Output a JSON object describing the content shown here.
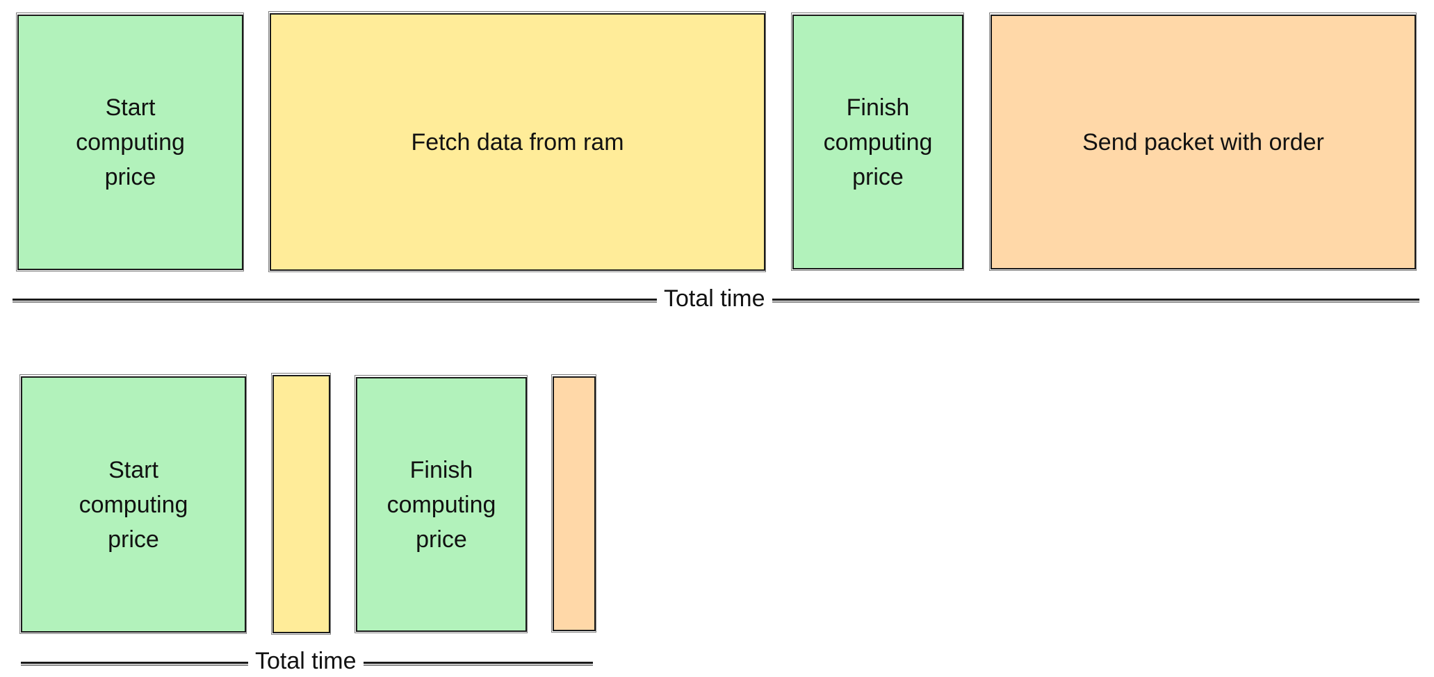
{
  "rows": [
    {
      "blocks": [
        {
          "label": "Start\ncomputing\nprice",
          "color": "green"
        },
        {
          "label": "Fetch data from ram",
          "color": "yellow"
        },
        {
          "label": "Finish\ncomputing\nprice",
          "color": "green"
        },
        {
          "label": "Send packet with order",
          "color": "orange"
        }
      ],
      "axis_label": "Total time"
    },
    {
      "blocks": [
        {
          "label": "Start\ncomputing\nprice",
          "color": "green"
        },
        {
          "label": "",
          "color": "yellow"
        },
        {
          "label": "Finish\ncomputing\nprice",
          "color": "green"
        },
        {
          "label": "",
          "color": "orange"
        }
      ],
      "axis_label": "Total time"
    }
  ],
  "colors": {
    "green": "#b2f2bb",
    "yellow": "#ffec99",
    "orange": "#ffd8a8",
    "stroke": "#1a1a1a"
  }
}
